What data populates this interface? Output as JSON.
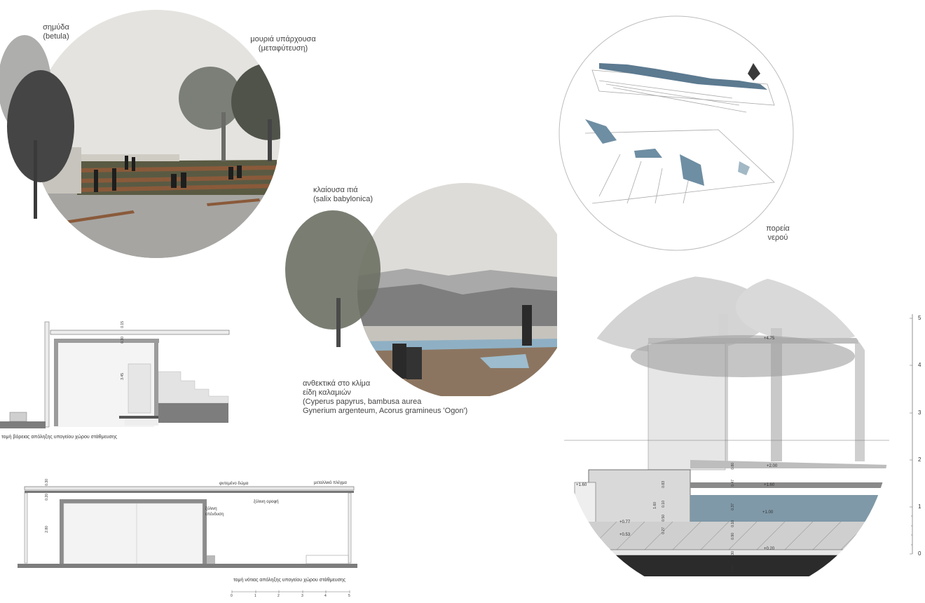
{
  "labels": {
    "birch": [
      "σημύδα",
      "(betula)"
    ],
    "mulberry": [
      "μουριά υπάρχουσα",
      "(μεταφύτευση)"
    ],
    "willow": [
      "κλαίουσα ιτιά",
      "(salix babylonica)"
    ],
    "reeds": [
      "ανθεκτικά στο κλίμα",
      "είδη καλαμιών",
      "(Cyperus papyrus, bambusa aurea",
      "Gynerium argenteum, Acorus gramineus 'Ogon')"
    ],
    "water": [
      "πορεία",
      "νερού"
    ]
  },
  "section_north": {
    "caption": "τομή βόρειας απόληξης υπογείου χώρου στάθμευσης",
    "dims": [
      "0.15",
      "0.30",
      "3.45"
    ]
  },
  "section_south": {
    "caption": "τομή νότιας απόληξης υπογείου χώρου στάθμευσης",
    "notes": [
      "φυτεμένο δώμα",
      "μεταλλικό πλέγμα",
      "ξύλινη οροφή",
      "ξύλινη",
      "επένδυση"
    ],
    "dims": [
      "0.30",
      "0.20",
      "2.80"
    ],
    "scale": [
      "0",
      "1",
      "2",
      "3",
      "4",
      "5"
    ]
  },
  "section_detail": {
    "levels": [
      "+4.75",
      "+2.00",
      "+1.60",
      "+1.60",
      "+1.00",
      "+0.77",
      "+0.53",
      "+0.20"
    ],
    "dims": [
      "0.80",
      "0.47",
      "0.37",
      "0.83",
      "1.60",
      "0.50",
      "0.10",
      "0.27",
      "0.90",
      "0.30",
      "0.10",
      "0.50"
    ]
  },
  "scale_bar": [
    "5",
    "4",
    "3",
    "2",
    "1",
    "0"
  ]
}
